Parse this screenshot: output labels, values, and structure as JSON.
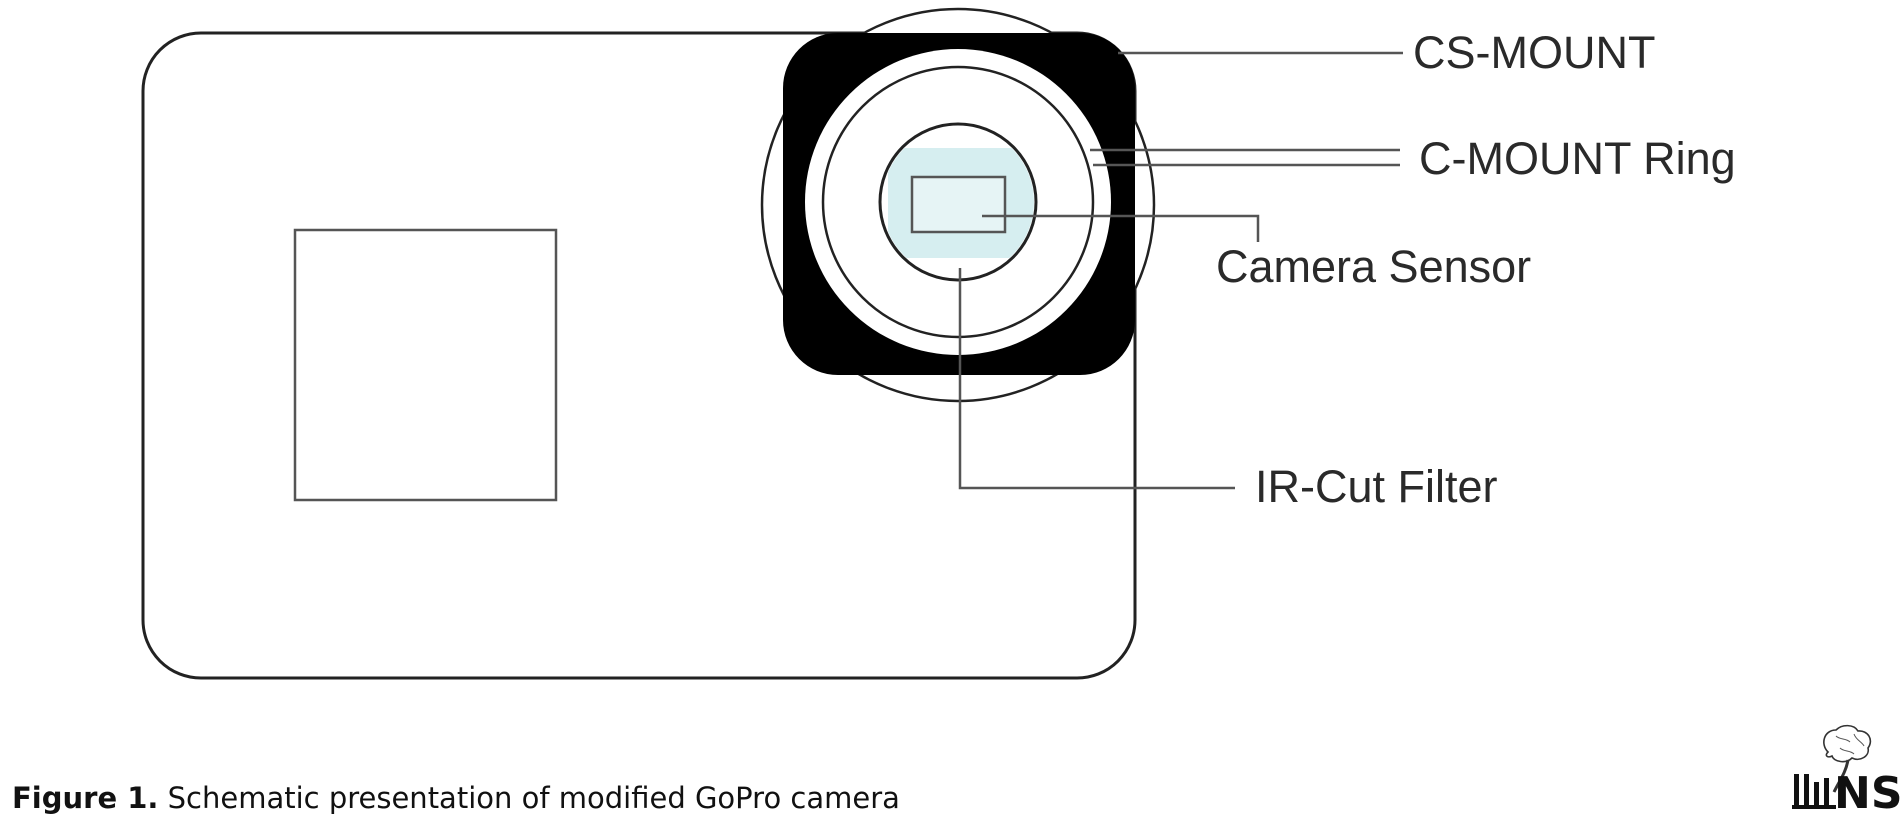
{
  "diagram": {
    "labels": {
      "cs_mount": "CS-MOUNT",
      "c_mount_ring": "C-MOUNT Ring",
      "camera_sensor": "Camera Sensor",
      "ir_cut_filter": "IR-Cut Filter"
    },
    "colors": {
      "outline": "#222222",
      "mount_fill": "#000000",
      "filter_fill": "#d6eef0",
      "background": "#ffffff"
    }
  },
  "caption": {
    "figure_label": "Figure 1.",
    "text": " Schematic presentation of modified GoPro camera"
  },
  "logo": {
    "text": "NS",
    "icon": "brain-spine-logo-icon"
  }
}
